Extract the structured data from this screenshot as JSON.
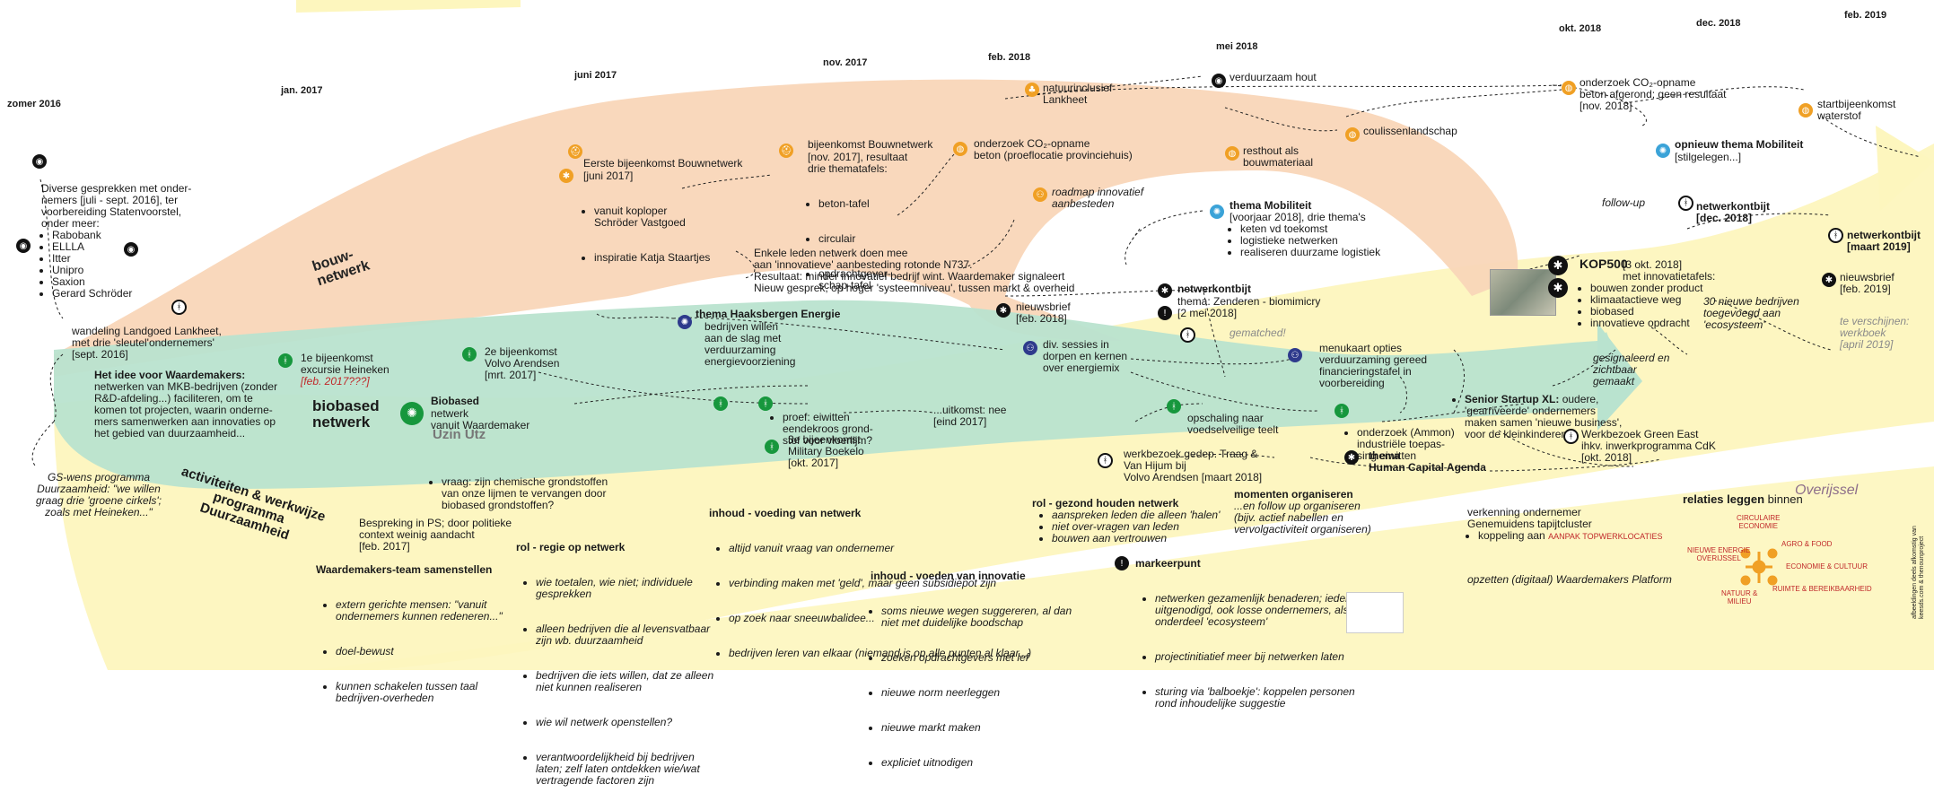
{
  "dates": [
    "zomer 2016",
    "jan. 2017",
    "juni 2017",
    "nov. 2017",
    "feb. 2018",
    "mei 2018",
    "okt. 2018",
    "dec. 2018",
    "feb. 2019"
  ],
  "bands": {
    "bouwnetwerk": "bouw-\nnetwerk",
    "biobased": "biobased\nnetwerk",
    "activiteiten": "activiteiten & werkwijze\nprogramma\nDuurzaamheid"
  },
  "start": {
    "gesprekken": "Diverse gesprekken met onder-\nnemers [juli - sept. 2016], ter\nvoorbereiding Statenvoorstel,\nonder meer:",
    "bedrijven": [
      "Rabobank",
      "ELLLA",
      "Itter",
      "Unipro",
      "Saxion",
      "Gerard Schröder"
    ],
    "wandeling": "wandeling Landgoed Lankheet,\nmet drie 'sleutel'ondernemers'\n[sept. 2016]",
    "idee_title": "Het idee voor Waardemakers:",
    "idee_text": "netwerken van MKB-bedrijven (zonder\nR&D-afdeling...) faciliteren, om te\nkomen tot projecten, waarin onderne-\nmers samenwerken aan innovaties op\nhet gebied van duurzaamheid...",
    "gs_wens": "GS-wens programma\nDuurzaamheid: \"we willen\ngraag drie 'groene cirkels';\nzoals met Heineken...\""
  },
  "bouw": {
    "b1_title": "Eerste bijeenkomst Bouwnetwerk",
    "b1_date": "[juni 2017]",
    "b1_items": [
      "vanuit koploper\nSchröder Vastgoed",
      "inspiratie Katja Staartjes"
    ],
    "b2_title": "bijeenkomst Bouwnetwerk",
    "b2_text": "[nov. 2017], resultaat\ndrie thematafels:",
    "b2_items": [
      "beton-tafel",
      "circulair",
      "opdrachtgever-\nschap-tafel"
    ],
    "co2": "onderzoek CO₂-opname\nbeton (proeflocatie provinciehuis)",
    "natuur": "natuurinclusief\nLankheet",
    "hout": "verduurzaam hout",
    "resthout": "resthout als\nbouwmateriaal",
    "coulissen": "coulissenlandschap",
    "roadmap": "roadmap innovatief\naanbesteden",
    "co2_afgerond": "onderzoek CO₂-opname\nbeton afgerond; geen resultaat\n[nov. 2018]",
    "waterstof": "startbijeenkomst\nwaterstof",
    "n737": "Enkele leden netwerk doen mee\naan 'innovatieve' aanbesteding rotonde N737.\nResultaat: minder innovatief bedrijf wint. Waardemaker signaleert\nNieuw gesprek, op hoger 'systeemniveau', tussen markt & overheid"
  },
  "energie": {
    "haaksbergen_title": "thema Haaksbergen Energie",
    "haaksbergen_text": "bedrijven willen\naan de slag met\nverduurzaming\nenergievoorziening",
    "nieuwsbrief1": "nieuwsbrief\n[feb. 2018]",
    "sessies": "div. sessies in\ndorpen en kernen\nover energiemix",
    "kennis_title": "netwerkontbijt",
    "kennis_text": "thema: Zenderen - biomimicry\n[2 mei 2018]",
    "gematched": "gematched!",
    "menukaart": "menukaart opties\nverduurzaming gereed\nfinancieringstafel in\nvoorbereiding",
    "mobiliteit_title": "thema Mobiliteit",
    "mobiliteit_text": "[voorjaar 2018], drie thema's",
    "mobiliteit_items": [
      "keten vd toekomst",
      "logistieke netwerken",
      "realiseren duurzame logistiek"
    ],
    "mobiliteit2_title": "opnieuw thema Mobiliteit",
    "mobiliteit2_text": "[stilgelegen...]",
    "followup": "follow-up",
    "ontbijt_dec": "netwerkontbijt\n[dec. 2018]",
    "ontbijt_mrt": "netwerkontbijt\n[maart 2019]",
    "kop500_title": "KOP500",
    "kop500_text": "[3 okt. 2018]\nmet innovatietafels:",
    "kop500_items": [
      "bouwen zonder product",
      "klimaatactieve weg",
      "biobased",
      "innovatieve opdracht"
    ],
    "nieuwe_bedrijven": "30 nieuwe bedrijven\ntoegevoegd aan\n'ecosysteem'",
    "nieuwsbrief2": "nieuwsbrief\n[feb. 2019]",
    "werkboek": "te verschijnen:\nwerkboek\n[april 2019]",
    "gesignaleerd": "gesignaleerd en\nzichtbaar\ngemaakt"
  },
  "bio": {
    "heineken": "1e bijeenkomst\nexcursie Heineken",
    "heineken_date": "[feb. 2017???]",
    "volvo": "2e bijeenkomst\nVolvo Arendsen\n[mrt. 2017]",
    "bio_title": "Biobased",
    "bio_text": "netwerk\nvanuit Waardemaker",
    "uzin": "Uzin Utz",
    "vraag": "vraag: zijn chemische grondstoffen\nvan onze lijmen te vervangen door\nbiobased grondstoffen?",
    "proef": "proef: eiwitten\neendekroos grond-\nstof voor vloerlijm?",
    "uitkomst": "...uitkomst: nee\n[eind 2017]",
    "bijeenkomst3": "3e bijeenkomst\nMilitary Boekelo\n[okt. 2017]",
    "opschaling": "opschaling naar\nvoedselveilige teelt",
    "ammon": "onderzoek (Ammon)\nindustriële toepas-\nsing eiwitten",
    "startup_title": "Senior Startup XL:",
    "startup_text": "oudere,\n'gearriveerde' ondernemers\nmaken samen 'nieuwe business',\nvoor de kleinkinderen'",
    "werkbezoek_traag": "werkbezoek gedep. Traag &\nVan Hijum bij\nVolvo Arendsen [maart 2018]",
    "hca_title": "thema\nHuman Capital Agenda",
    "greeneast": "Werkbezoek Green East\nihkv. inwerkprogramma CdK\n[okt. 2018]"
  },
  "activities": {
    "bespreking": "Bespreking in PS; door politieke\ncontext weinig aandacht\n[feb. 2017]",
    "team_title": "Waardemakers-team samenstellen",
    "team_items": [
      "extern gerichte mensen: \"vanuit\nondernemers kunnen redeneren...\"",
      "doel-bewust",
      "kunnen schakelen tussen taal\nbedrijven-overheden"
    ],
    "regie_title": "rol - regie op netwerk",
    "regie_items": [
      "wie toetalen, wie niet; individuele\ngesprekken",
      "alleen bedrijven die al levensvatbaar\nzijn wb. duurzaamheid",
      "bedrijven die iets willen, dat ze alleen\nniet kunnen realiseren",
      "wie wil netwerk openstellen?",
      "verantwoordelijkheid bij bedrijven\nlaten; zelf laten ontdekken wie/wat\nvertragende factoren zijn"
    ],
    "voeding_title": "inhoud - voeding van netwerk",
    "voeding_items": [
      "altijd vanuit vraag van ondernemer",
      "verbinding maken met 'geld', maar geen subsidiepot zijn",
      "op zoek naar sneeuwbalidee...",
      "bedrijven leren van elkaar (niemand is op alle punten al klaar...)"
    ],
    "innovatie_title": "inhoud - voeden van innovatie",
    "innovatie_items": [
      "soms nieuwe wegen suggereren, al dan\nniet met duidelijke boodschap",
      "zoeken opdrachtgevers met lef",
      "nieuwe norm neerleggen",
      "nieuwe markt maken",
      "expliciet uitnodigen"
    ],
    "gezond_title": "rol - gezond houden netwerk",
    "gezond_items": [
      "aanspreken leden die alleen 'halen'",
      "niet over-vragen van leden",
      "bouwen aan vertrouwen"
    ],
    "momenten_title": "momenten organiseren",
    "momenten_text": "...en follow up organiseren\n(bijv. actief nabellen en\nvervolgactiviteit organiseren)",
    "markeer_title": "markeerpunt",
    "markeer_items": [
      "netwerken gezamenlijk benaderen; iedereen\nuitgenodigd, ook losse ondernemers, als\nonderdeel 'ecosysteem'",
      "projectinitiatief meer bij netwerken laten",
      "sturing via 'balboekje': koppelen personen\nrond inhoudelijke suggestie"
    ],
    "verkenning": "verkenning ondernemer\nGenemuidens tapijtcluster",
    "koppeling": "koppeling aan",
    "koppeling_red": "AANPAK TOPWERKLOCATIES",
    "relaties": "relaties leggen",
    "relaties2": "binnen",
    "overijssel": "Overijssel",
    "platform": "opzetten (digitaal) Waardemakers Platform",
    "cluster_labels": [
      "CIRCULAIRE\nECONOMIE",
      "AGRO & FOOD",
      "NIEUWE ENERGIE\nOVERIJSSEL",
      "ECONOMIE & CULTUUR",
      "NATUUR &\nMILIEU",
      "RUIMTE & BEREIKBAARHEID"
    ],
    "credits": "afbeeldingen deels afkomstig van\nkeesds.com & thenounproject"
  },
  "colors": {
    "orange_band": "#f9d6b8",
    "green_band": "#b9e3cf",
    "yellow_band": "#fdf6be",
    "accent_orange": "#f0a025",
    "accent_green": "#17973d",
    "red": "#c0282a"
  }
}
